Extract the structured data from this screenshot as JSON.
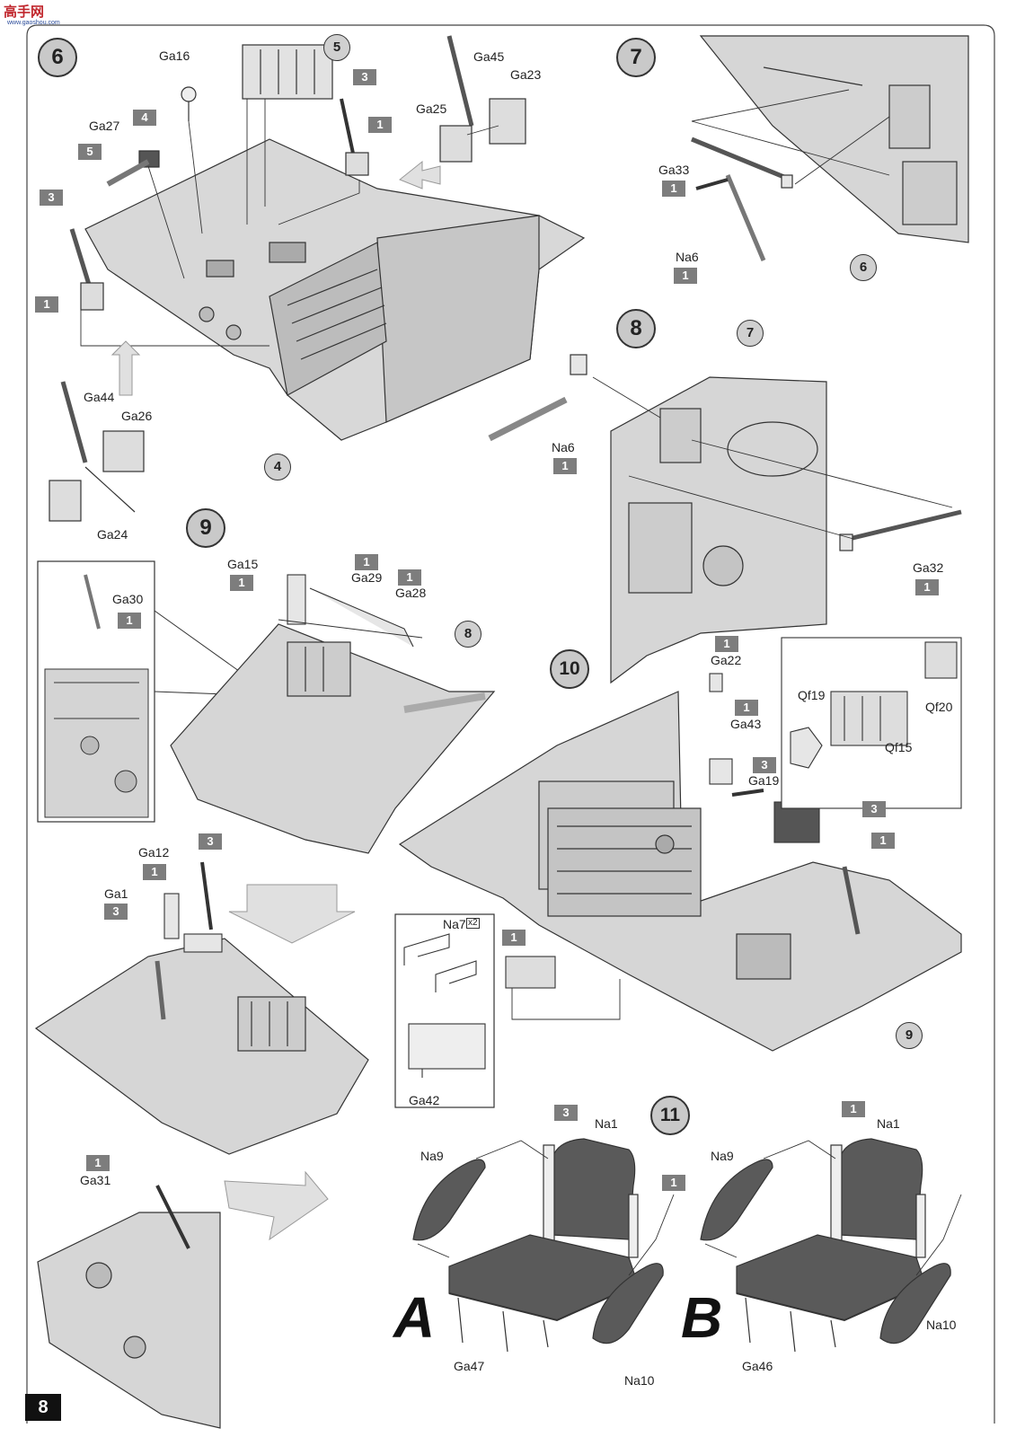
{
  "logo": {
    "text": "高手网",
    "sub": "www.gaoshou.com"
  },
  "page_number": "8",
  "colors": {
    "part_fill": "#d6d6d6",
    "dark_part": "#555555",
    "tag_bg": "#7d7d7d",
    "arrow_fill": "#e0e0e0"
  },
  "steps": {
    "s6": "6",
    "s7": "7",
    "s8": "8",
    "s9": "9",
    "s10": "10",
    "s11": "11"
  },
  "refs": {
    "r5": "5",
    "r4": "4",
    "r6": "6",
    "r7": "7",
    "r8": "8",
    "r9": "9"
  },
  "tags": {
    "t1": "3",
    "t2": "1",
    "t3": "4",
    "t4": "5",
    "t5": "3",
    "t6": "1",
    "t7": "1",
    "t8": "1",
    "t9": "1",
    "t10": "1",
    "t11": "1",
    "t12": "1",
    "t13": "1",
    "t14": "1",
    "t15": "1",
    "t16": "3",
    "t17": "1",
    "t18": "3",
    "t19": "1",
    "t20": "1",
    "t21": "3",
    "t22": "1",
    "t23": "3",
    "t24": "1",
    "t25": "1",
    "t26": "3",
    "t27": "1"
  },
  "labels": {
    "ga16": "Ga16",
    "ga27": "Ga27",
    "ga45": "Ga45",
    "ga23": "Ga23",
    "ga25": "Ga25",
    "ga44": "Ga44",
    "ga26": "Ga26",
    "ga24": "Ga24",
    "ga33": "Ga33",
    "na6a": "Na6",
    "na6b": "Na6",
    "ga32": "Ga32",
    "ga15": "Ga15",
    "ga29": "Ga29",
    "ga28": "Ga28",
    "ga30": "Ga30",
    "ga12": "Ga12",
    "ga1": "Ga1",
    "ga31": "Ga31",
    "ga22": "Ga22",
    "ga43": "Ga43",
    "ga19": "Ga19",
    "qf19": "Qf19",
    "qf20": "Qf20",
    "qf15": "Qf15",
    "na7": "Na7",
    "na7x": "x2",
    "ga42": "Ga42",
    "na9a": "Na9",
    "na1a": "Na1",
    "ga47": "Ga47",
    "na10a": "Na10",
    "na9b": "Na9",
    "na1b": "Na1",
    "ga46": "Ga46",
    "na10b": "Na10"
  },
  "variants": {
    "a": "A",
    "b": "B"
  }
}
